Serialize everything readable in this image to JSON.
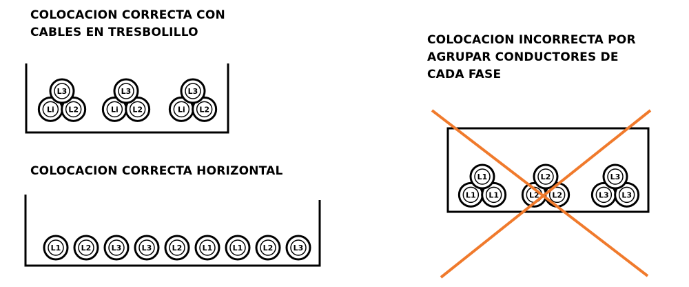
{
  "captions": {
    "trefoil": [
      "COLOCACION CORRECTA CON",
      "CABLES EN TRESBOLILLO"
    ],
    "horizontal": [
      "COLOCACION CORRECTA HORIZONTAL"
    ],
    "incorrect": [
      "COLOCACION INCORRECTA POR",
      "AGRUPAR CONDUCTORES DE",
      "CADA FASE"
    ]
  },
  "trefoil_groups": [
    {
      "top": "L3",
      "bottom_left": "Li",
      "bottom_right": "L2"
    },
    {
      "top": "L3",
      "bottom_left": "Li",
      "bottom_right": "L2"
    },
    {
      "top": "L3",
      "bottom_left": "Li",
      "bottom_right": "L2"
    }
  ],
  "horizontal_row": [
    "L1",
    "L2",
    "L3",
    "L3",
    "L2",
    "L1",
    "L1",
    "L2",
    "L3"
  ],
  "incorrect_groups": [
    {
      "top": "L1",
      "bottom_left": "L1",
      "bottom_right": "L1"
    },
    {
      "top": "L2",
      "bottom_left": "L2",
      "bottom_right": "L2"
    },
    {
      "top": "L3",
      "bottom_left": "L3",
      "bottom_right": "L3"
    }
  ],
  "colors": {
    "line": "#000000",
    "cross": "#f07a2c",
    "background": "#ffffff"
  }
}
